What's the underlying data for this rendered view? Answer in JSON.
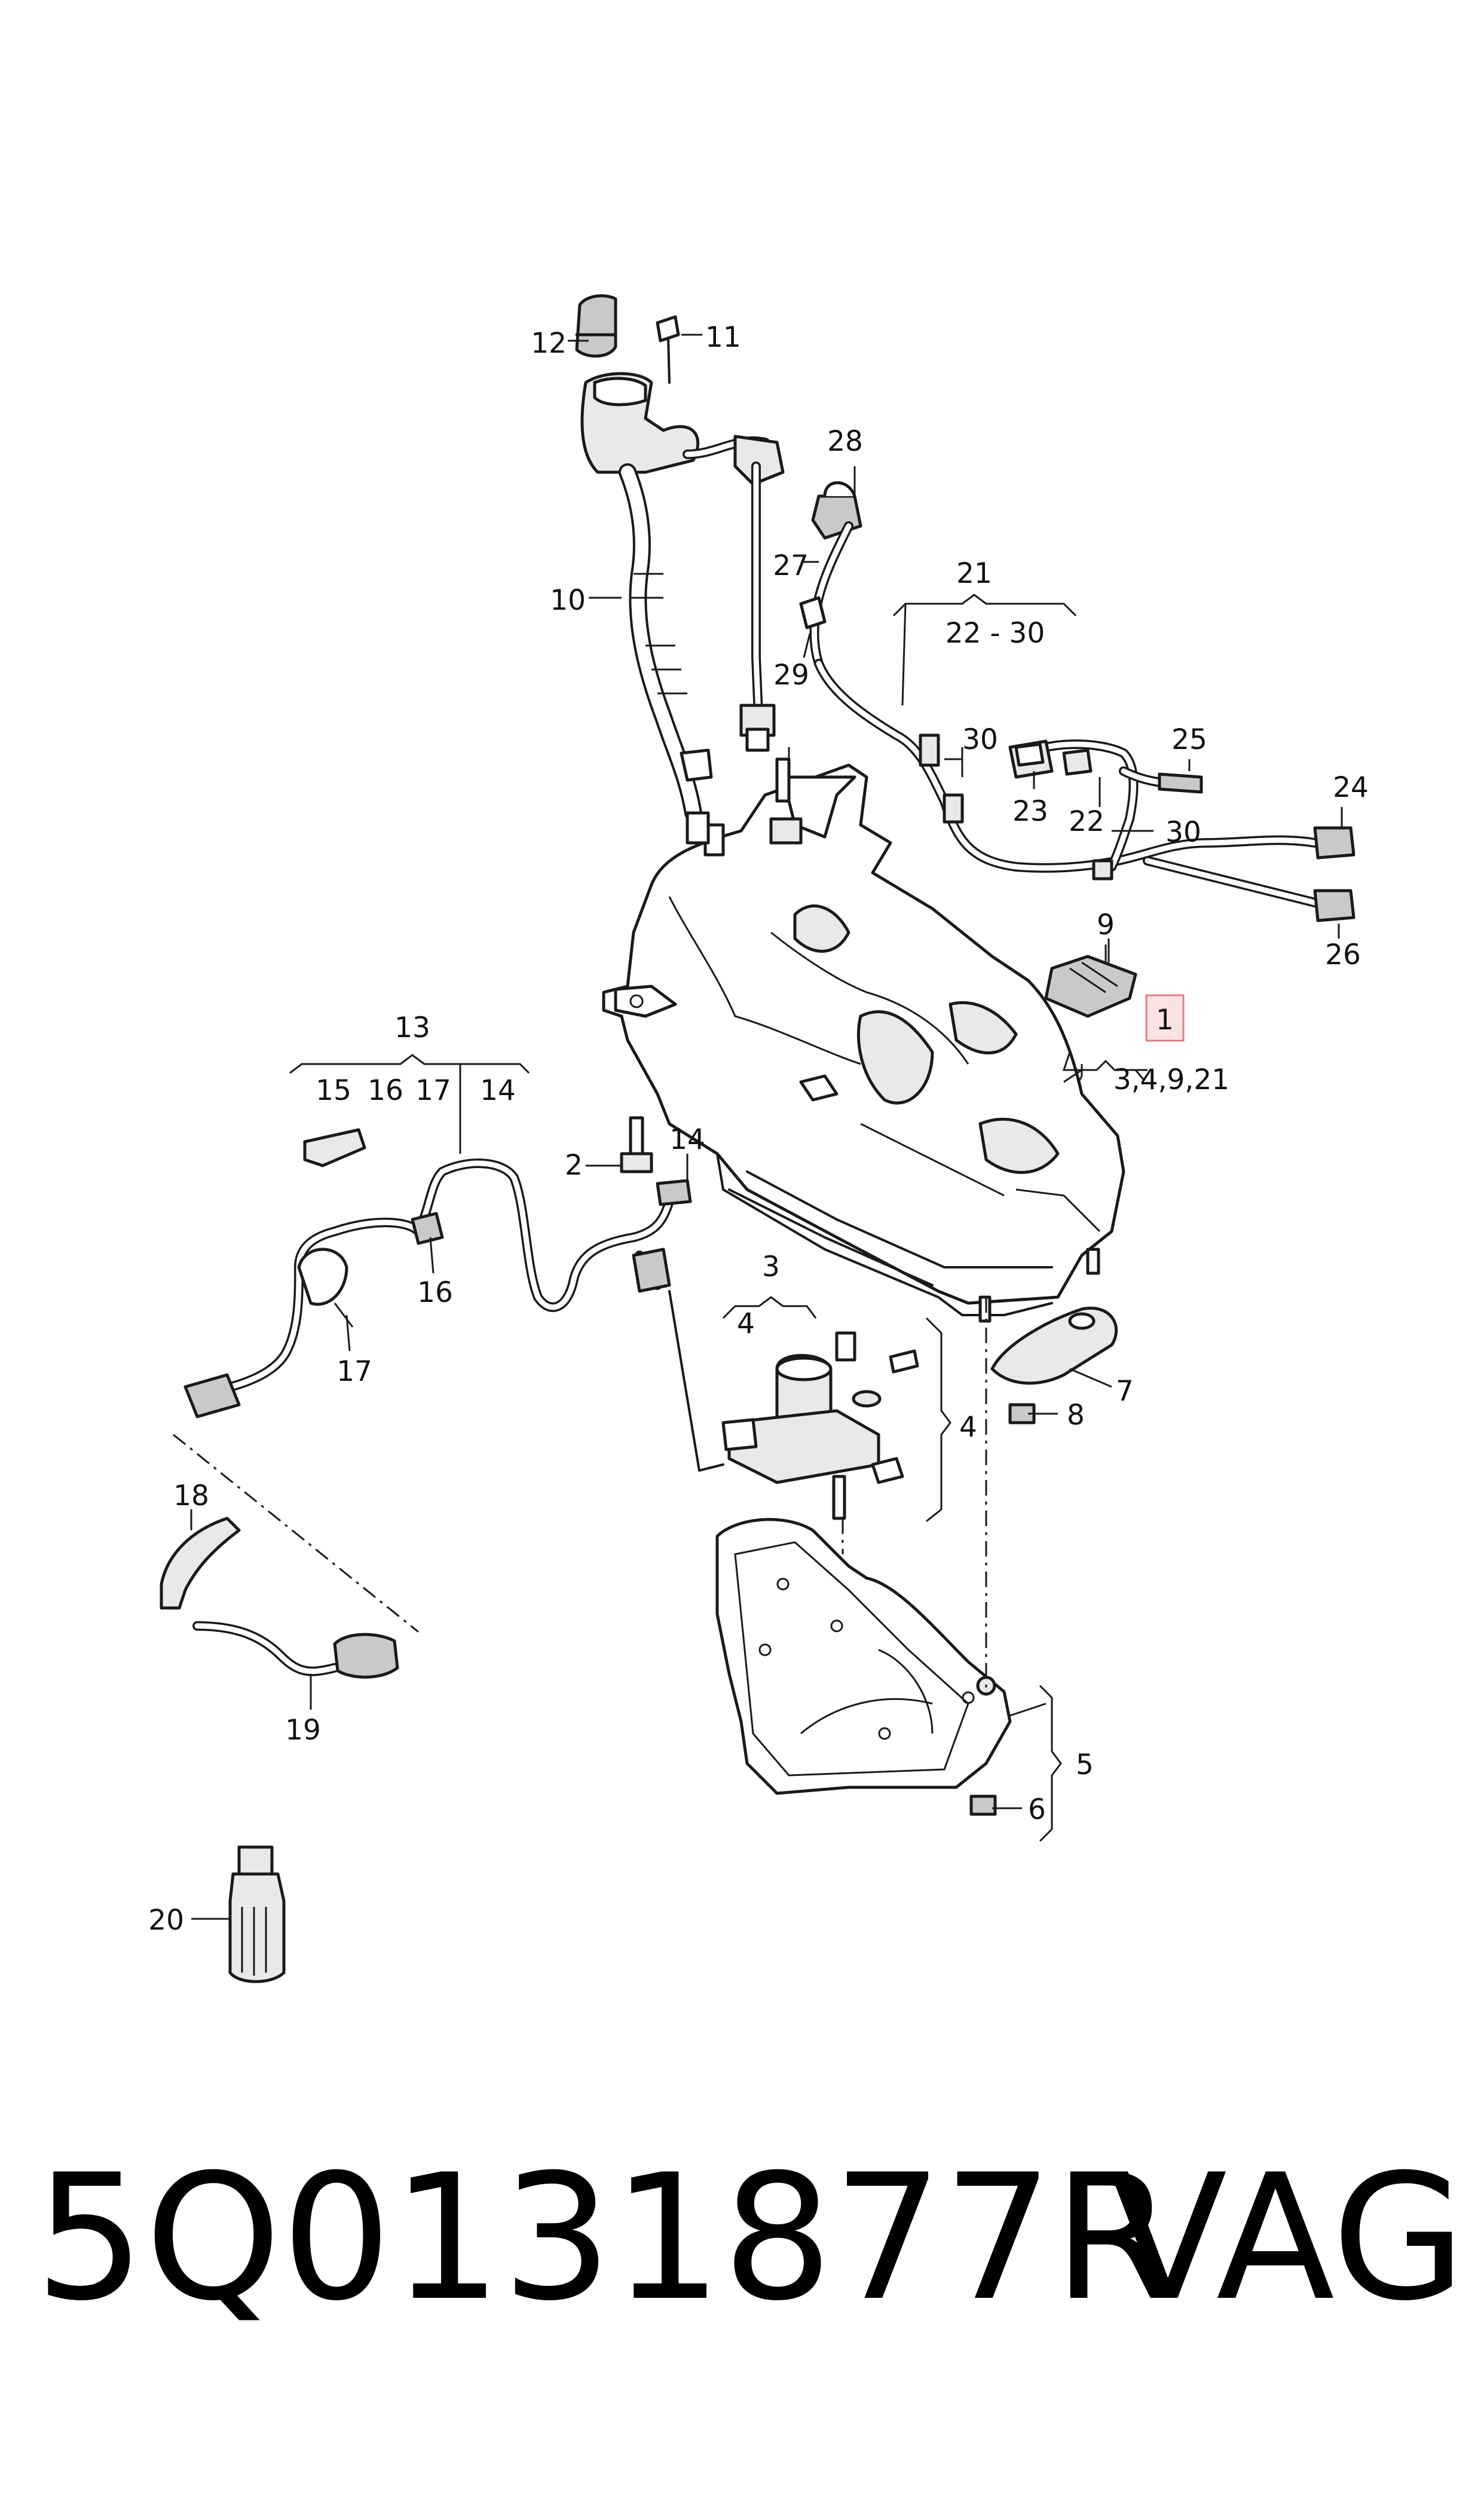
{
  "callouts": {
    "n1": "1",
    "n1_sub": "3,4,9,21",
    "n2": "2",
    "n3": "3",
    "n4a": "4",
    "n4b": "4",
    "n5": "5",
    "n6": "6",
    "n7": "7",
    "n8": "8",
    "n9": "9",
    "n10": "10",
    "n11": "11",
    "n12": "12",
    "n13": "13",
    "n13_15": "15",
    "n13_16": "16",
    "n13_17": "17",
    "n13_14": "14",
    "n14": "14",
    "n16": "16",
    "n17": "17",
    "n18": "18",
    "n19": "19",
    "n20": "20",
    "n21": "21",
    "n21_sub": "22 - 30",
    "n22": "22",
    "n23": "23",
    "n24": "24",
    "n25": "25",
    "n26": "26",
    "n27": "27",
    "n28": "28",
    "n29": "29",
    "n30a": "30",
    "n30b": "30"
  },
  "highlighted_callout": "1",
  "highlight_color": "#fde2e2",
  "footer": {
    "part_number": "5Q0131877R",
    "brand": "VAG"
  }
}
